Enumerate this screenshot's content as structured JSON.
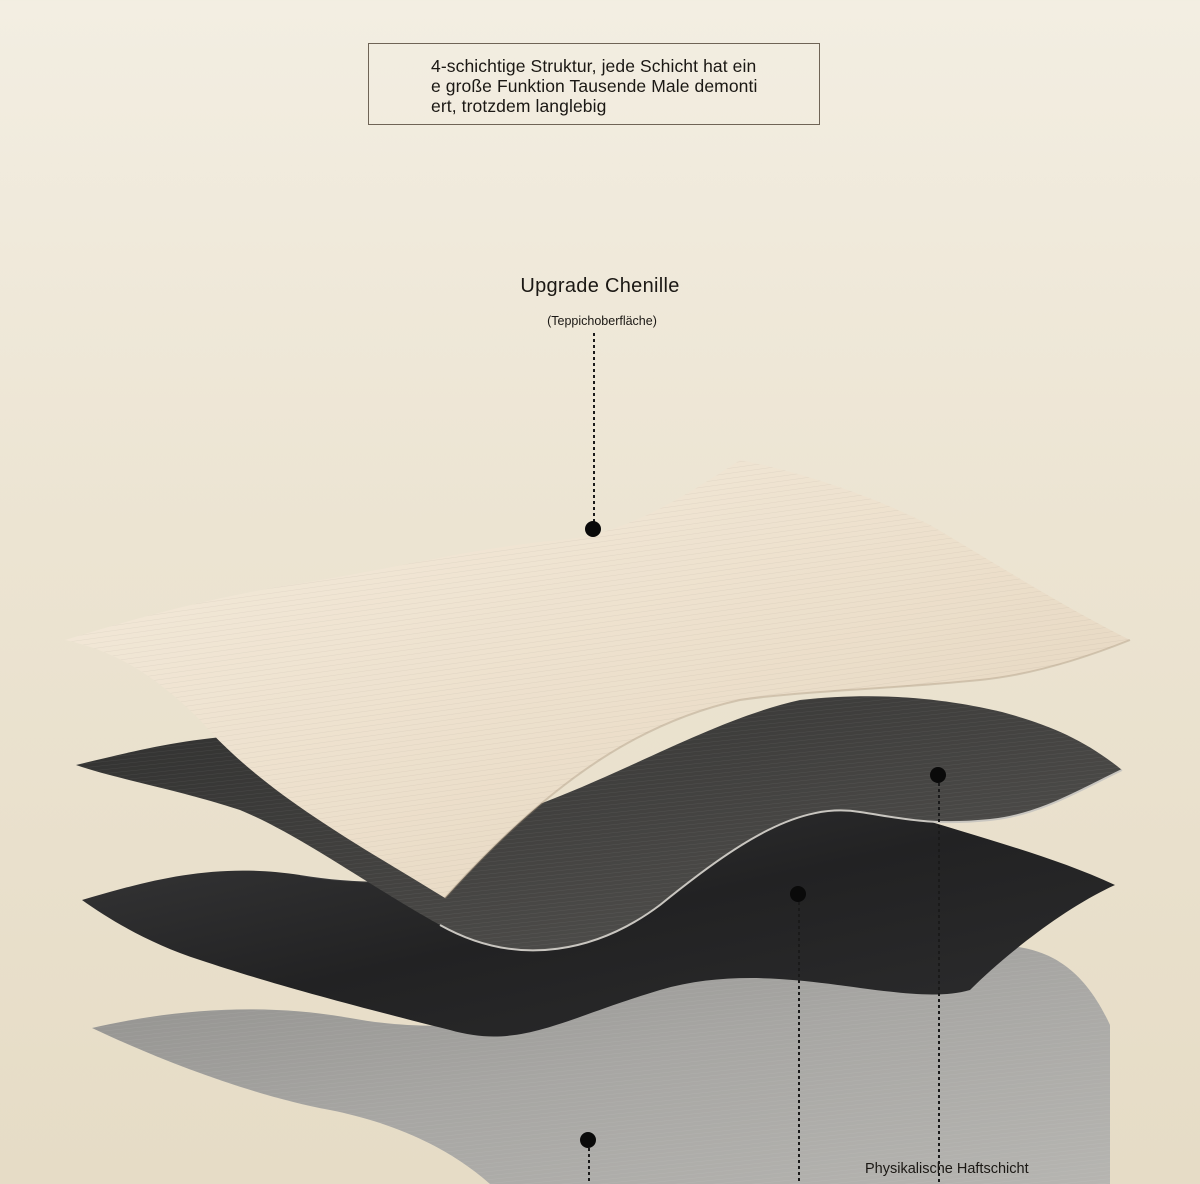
{
  "headline": {
    "text": "4-schichtige Struktur, jede Schicht hat eine große Funktion Tausende Male demontiert, trotzdem langlebig"
  },
  "top_layer": {
    "title": "Upgrade Chenille",
    "subtitle": "(Teppichoberfläche)"
  },
  "bottom_layer": {
    "title": "Physikalische Haftschicht"
  },
  "colors": {
    "chenille": "#efe3d0",
    "dark_textile": "#3c3b39",
    "black_film": "#2b2b2c",
    "grey_felt": "#9c9b98",
    "marker": "#0a0a0a"
  }
}
